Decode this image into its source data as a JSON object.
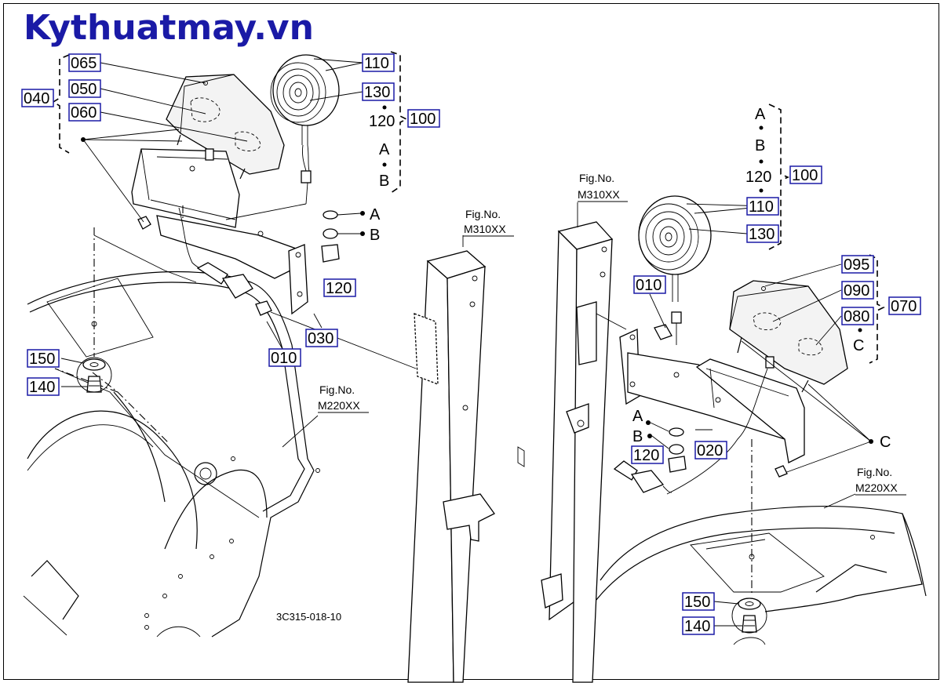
{
  "brand": {
    "title": "Kythuatmay.vn",
    "color": "#1a1aa6"
  },
  "callouts": {
    "c065": "065",
    "c050": "050",
    "c060": "060",
    "c040": "040",
    "c110a": "110",
    "c130a": "130",
    "c100a": "100",
    "c120a": "120",
    "c010a": "010",
    "c030": "030",
    "c150a": "150",
    "c140a": "140",
    "c100b": "100",
    "c110b": "110",
    "c130b": "130",
    "c095": "095",
    "c090": "090",
    "c080": "080",
    "c070": "070",
    "c010b": "010",
    "c120b": "120",
    "c020": "020",
    "c150b": "150",
    "c140b": "140"
  },
  "labels": {
    "l120a": "120",
    "lA1": "A",
    "lB1": "B",
    "lA2": "A",
    "lB2": "B",
    "l120b": "120",
    "lA3": "A",
    "lB3": "B",
    "lC1": "C",
    "lA4": "A",
    "lB4": "B",
    "lC2": "C"
  },
  "fig_refs": {
    "f1_no": "Fig.No.",
    "f1_code": "M310XX",
    "f2_no": "Fig.No.",
    "f2_code": "M310XX",
    "f3_no": "Fig.No.",
    "f3_code": "M220XX",
    "f4_no": "Fig.No.",
    "f4_code": "M220XX"
  },
  "drawing_number": "3C315-018-10"
}
